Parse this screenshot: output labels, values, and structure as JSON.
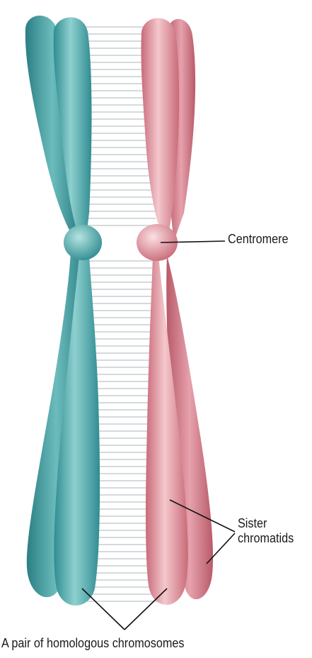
{
  "labels": {
    "centromere": "Centromere",
    "sister_chromatids_line1": "Sister",
    "sister_chromatids_line2": "chromatids",
    "homologous_pair": "A pair of homologous chromosomes"
  },
  "colors": {
    "left_chromosome": "#3f9ea0",
    "right_chromosome": "#d97f8b",
    "connector_lines": "#bcc4c8",
    "leader_lines": "#111111"
  }
}
